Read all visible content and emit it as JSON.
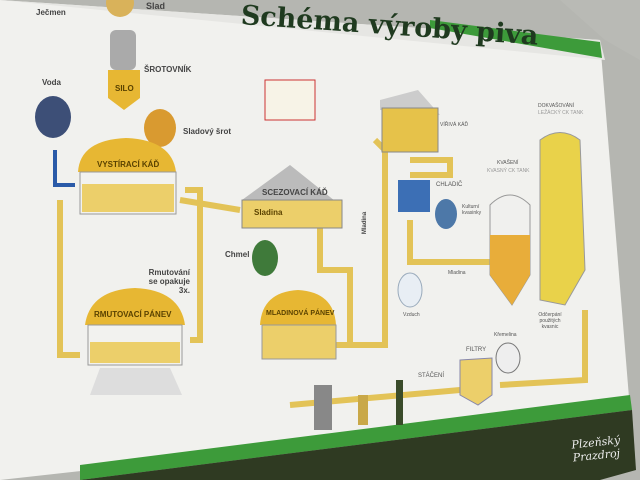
{
  "poster": {
    "title": "Schéma výroby piva",
    "labels": {
      "barley": "Ječmen",
      "malt": "Slad",
      "mill": "ŠROTOVNÍK",
      "silo": "SILO",
      "water": "Voda",
      "malt_grist": "Sladový šrot",
      "mash_tun": "VYSTÍRACÍ KÁĎ",
      "lauter_tun": "SCEZOVACÍ KÁĎ",
      "sweet_wort": "Sladina",
      "hops": "Chmel",
      "mash_note": "Rmutování se opakuje 3x.",
      "mash_pan": "RMUTOVACÍ PÁNEV",
      "wort_pan": "MLADINOVÁ PÁNEV",
      "wort_vertical": "Mladina",
      "whirlpool": "VÍŘIVÁ KÁĎ",
      "cooler": "CHLADIČ",
      "yeast": "Kulturní kvasinky",
      "air": "Vzduch",
      "wort": "Mladina",
      "fermentation": "KVAŠENÍ",
      "fermentation_tank": "KVASNÝ CK TANK",
      "maturation": "DOKVAŠOVÁNÍ",
      "lager_tank": "LEŽÁCKÝ CK TANK",
      "yeast_removal": "Odčerpání použitých kvasnic",
      "kieselguhr": "Křemelina",
      "filters": "FILTRY",
      "bottling": "STÁČENÍ"
    },
    "brand": "Plzeňský Prazdroj"
  },
  "colors": {
    "beer": "#e8c23a",
    "pipe": "#e3c357",
    "green": "#3d9b3a",
    "dark": "#2f3a22"
  }
}
